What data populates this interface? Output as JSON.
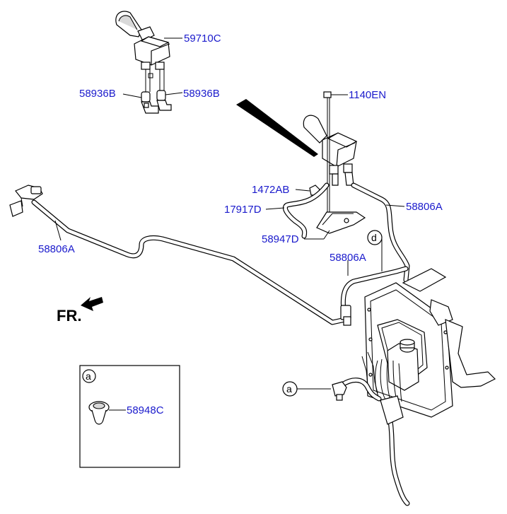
{
  "diagram": {
    "orientation_label": "FR.",
    "callouts": {
      "a": "a",
      "d": "d"
    },
    "inset_callout": "a",
    "parts": {
      "valve_upper": "59710C",
      "fitting_left": "58936B",
      "fitting_right": "58936B",
      "bolt": "1140EN",
      "nut": "1472AB",
      "hose": "17917D",
      "bracket": "58947D",
      "tube_upper_right": "58806A",
      "tube_left": "58806A",
      "tube_middle": "58806A",
      "grommet": "58948C"
    }
  }
}
